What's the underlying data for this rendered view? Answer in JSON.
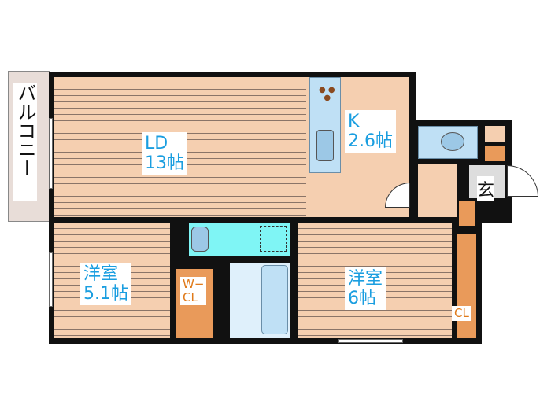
{
  "rooms": {
    "balcony": "バルコニー",
    "ld": {
      "name": "LD",
      "size": "13帖"
    },
    "kitchen": {
      "name": "K",
      "size": "2.6帖"
    },
    "western1": {
      "name": "洋室",
      "size": "5.1帖"
    },
    "western2": {
      "name": "洋室",
      "size": "6帖"
    },
    "walk_in_closet": {
      "name": "W−",
      "name2": "CL"
    },
    "closet": "CL",
    "entrance": "玄"
  },
  "colors": {
    "floor": "#f5cfb0",
    "label": "#1a9ee0",
    "closet": "#e99a5a",
    "wet": "#7ff5f5"
  }
}
